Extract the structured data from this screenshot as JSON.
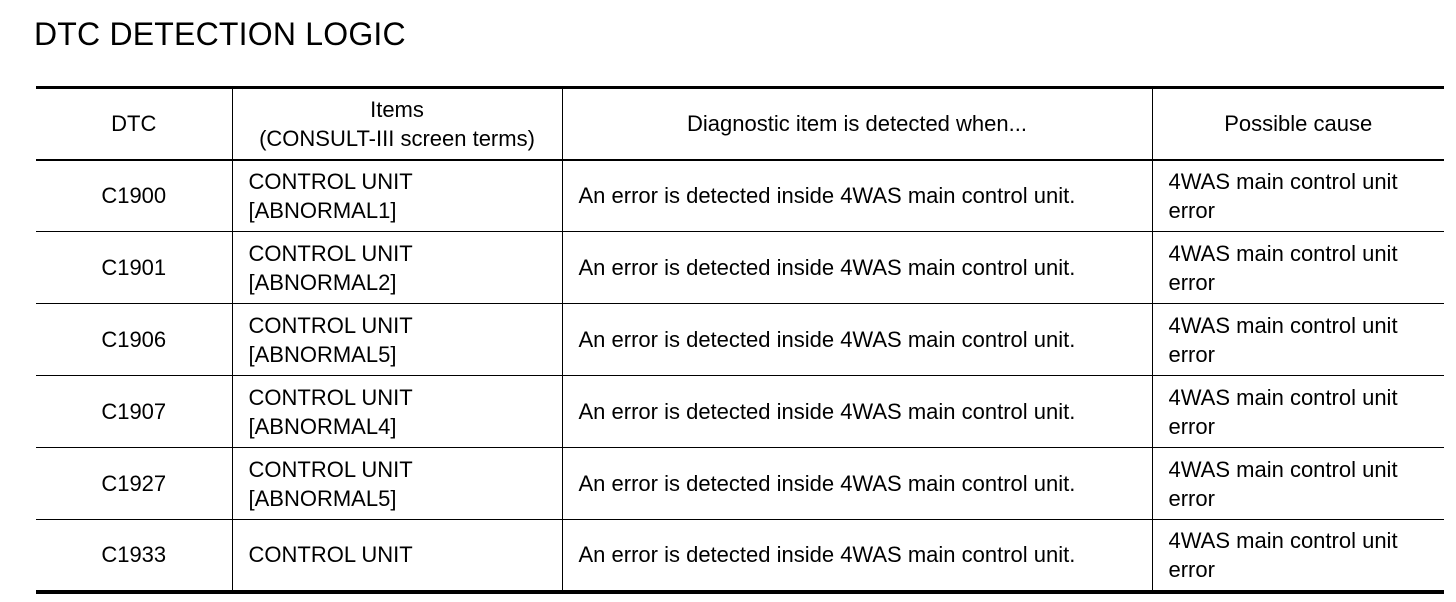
{
  "title": "DTC DETECTION LOGIC",
  "table": {
    "headers": {
      "dtc": "DTC",
      "items_line1": "Items",
      "items_line2": "(CONSULT-III screen terms)",
      "detected": "Diagnostic item is detected when...",
      "cause": "Possible cause"
    },
    "rows": [
      {
        "dtc": "C1900",
        "item_line1": "CONTROL UNIT",
        "item_line2": "[ABNORMAL1]",
        "detected": "An error is detected inside 4WAS main control unit.",
        "cause_line1": "4WAS main control unit",
        "cause_line2": "error"
      },
      {
        "dtc": "C1901",
        "item_line1": "CONTROL UNIT",
        "item_line2": "[ABNORMAL2]",
        "detected": "An error is detected inside 4WAS main control unit.",
        "cause_line1": "4WAS main control unit",
        "cause_line2": "error"
      },
      {
        "dtc": "C1906",
        "item_line1": "CONTROL UNIT",
        "item_line2": "[ABNORMAL5]",
        "detected": "An error is detected inside 4WAS main control unit.",
        "cause_line1": "4WAS main control unit",
        "cause_line2": "error"
      },
      {
        "dtc": "C1907",
        "item_line1": "CONTROL UNIT",
        "item_line2": "[ABNORMAL4]",
        "detected": "An error is detected inside 4WAS main control unit.",
        "cause_line1": "4WAS main control unit",
        "cause_line2": "error"
      },
      {
        "dtc": "C1927",
        "item_line1": "CONTROL UNIT",
        "item_line2": "[ABNORMAL5]",
        "detected": "An error is detected inside 4WAS main control unit.",
        "cause_line1": "4WAS main control unit",
        "cause_line2": "error"
      },
      {
        "dtc": "C1933",
        "item_line1": "CONTROL UNIT",
        "item_line2": "",
        "detected": "An error is detected inside 4WAS main control unit.",
        "cause_line1": "4WAS main control unit",
        "cause_line2": "error"
      }
    ]
  }
}
